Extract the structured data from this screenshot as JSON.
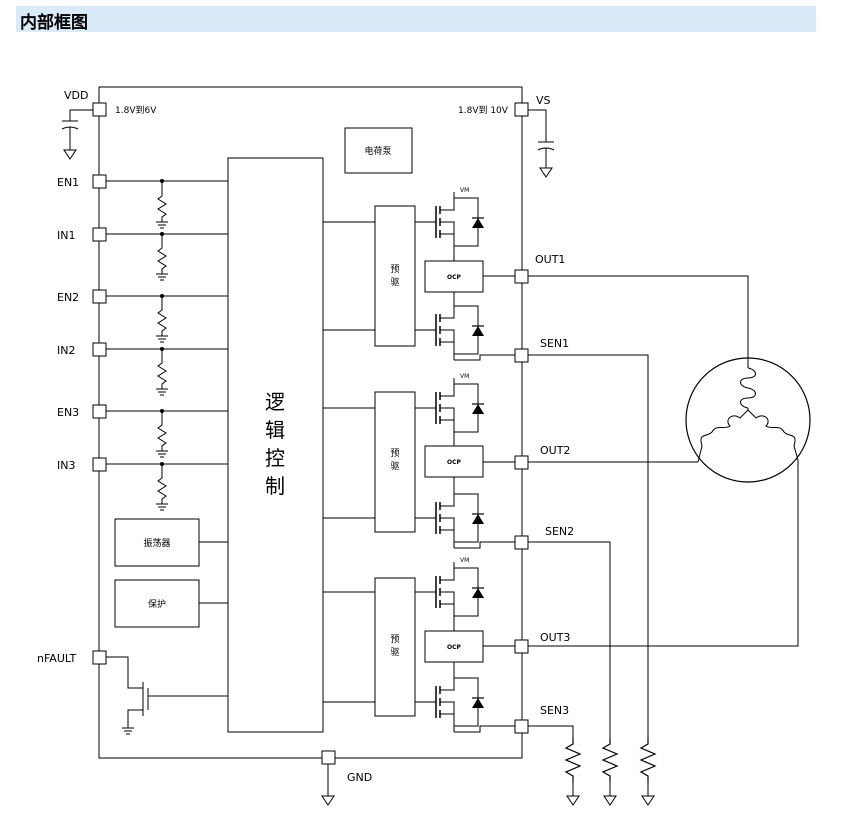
{
  "header": {
    "title": "内部框图"
  },
  "supply": {
    "vdd_label": "VDD",
    "vdd_range": "1.8V到6V",
    "vs_label": "VS",
    "vs_range": "1.8V到 10V",
    "gnd_label": "GND"
  },
  "inputs": [
    "EN1",
    "IN1",
    "EN2",
    "IN2",
    "EN3",
    "IN3"
  ],
  "fault_pin": "nFAULT",
  "blocks": {
    "charge_pump": "电荷泵",
    "logic": [
      "逻",
      "辑",
      "控",
      "制"
    ],
    "oscillator": "振荡器",
    "protection": "保护",
    "predriver": [
      "预",
      "驱"
    ],
    "ocp": "OCP",
    "vm": "VM"
  },
  "outputs": [
    "OUT1",
    "OUT2",
    "OUT3"
  ],
  "sense": [
    "SEN1",
    "SEN2",
    "SEN3"
  ]
}
